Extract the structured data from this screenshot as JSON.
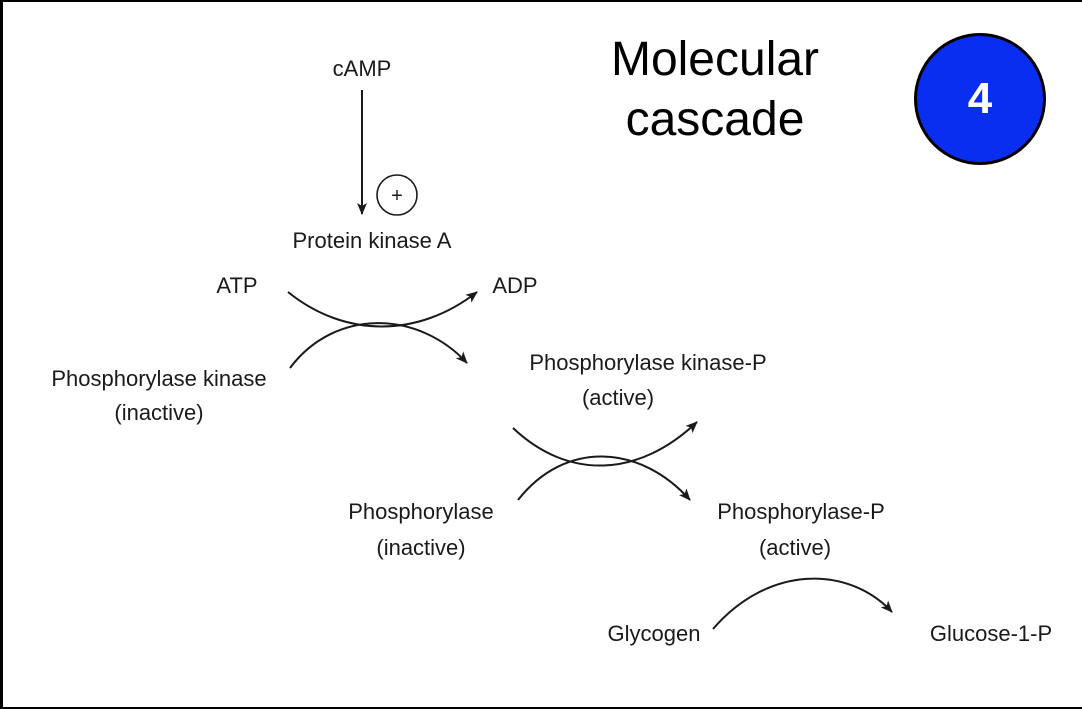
{
  "slide": {
    "title_line1": "Molecular",
    "title_line2": "cascade",
    "badge_number": "4"
  },
  "diagram": {
    "activator": "cAMP",
    "activation_sign": "+",
    "kinase": "Protein kinase A",
    "step1": {
      "cofactor_in": "ATP",
      "cofactor_out": "ADP",
      "substrate_line1": "Phosphorylase kinase",
      "substrate_line2": "(inactive)",
      "product_line1": "Phosphorylase kinase-P",
      "product_line2": "(active)"
    },
    "step2": {
      "substrate_line1": "Phosphorylase",
      "substrate_line2": "(inactive)",
      "product_line1": "Phosphorylase-P",
      "product_line2": "(active)"
    },
    "step3": {
      "substrate": "Glycogen",
      "product": "Glucose-1-P"
    }
  }
}
